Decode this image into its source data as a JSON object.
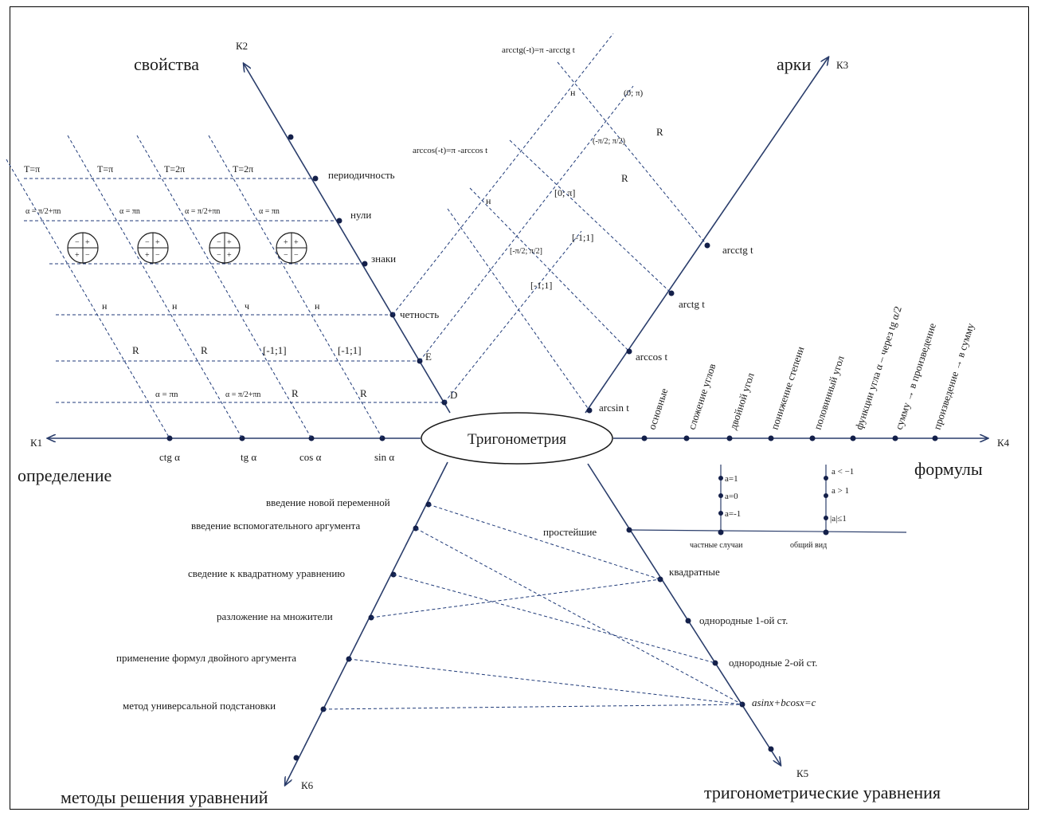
{
  "center": {
    "label": "Тригонометрия"
  },
  "axes": {
    "k1": {
      "id": "К1",
      "title": "определение",
      "points": [
        "ctg α",
        "tg α",
        "cos α",
        "sin α"
      ]
    },
    "k2": {
      "id": "К2",
      "title": "свойства",
      "points": [
        "периодичность",
        "нули",
        "знаки",
        "четность",
        "E",
        "D"
      ]
    },
    "k3": {
      "id": "К3",
      "title": "арки",
      "points": [
        "arcsin t",
        "arccos t",
        "arctg t",
        "arcctg t"
      ]
    },
    "k4": {
      "id": "К4",
      "title": "формулы",
      "points": [
        "основные",
        "сложение углов",
        "двойной угол",
        "понижение степени",
        "половинный угол",
        "функции угла α – через tg α/2",
        "сумму → в произведение",
        "произведение → в сумму"
      ]
    },
    "k5": {
      "id": "К5",
      "title": "тригонометрические уравнения",
      "points": [
        "простейшие",
        "квадратные",
        "однородные 1-ой ст.",
        "однородные 2-ой ст.",
        "asinx+bcosx=c"
      ]
    },
    "k6": {
      "id": "К6",
      "title": "методы решения уравнений",
      "points": [
        "введение новой переменной",
        "введение вспомогательного аргумента",
        "сведение к квадратному уравнению",
        "разложение на множители",
        "применение формул двойного аргумента",
        "метод универсальной подстановки"
      ]
    }
  },
  "properties_grid": {
    "periods": [
      "T=π",
      "T=π",
      "T=2π",
      "T=2π"
    ],
    "zeros": [
      "α = π/2+πn",
      "α = πn",
      "α = π/2+πn",
      "α = πn"
    ],
    "parity": [
      "н",
      "н",
      "ч",
      "н"
    ],
    "ranges": [
      "R",
      "R",
      "[-1;1]",
      "[-1;1]"
    ],
    "domains": [
      "α = πn",
      "α = π/2+πn",
      "R",
      "R"
    ]
  },
  "arc_grid": {
    "odd_even": [
      "н",
      "н"
    ],
    "identities": [
      "arcctg(-t)=π -arcctg t",
      "arccos(-t)=π -arccos t"
    ],
    "values_ranges": [
      "(0; π)",
      "(-π/2; π/2)",
      "[0; π]",
      "[-π/2; π/2]"
    ],
    "domains": [
      "R",
      "R",
      "[-1;1]",
      "[-1;1]"
    ]
  },
  "simplest": {
    "special_cases": [
      "a=1",
      "a=0",
      "a=-1"
    ],
    "special_label": "частные случаи",
    "general_cases": [
      "a < −1",
      "a > 1",
      "|a|≤1"
    ],
    "general_label": "общий вид"
  }
}
